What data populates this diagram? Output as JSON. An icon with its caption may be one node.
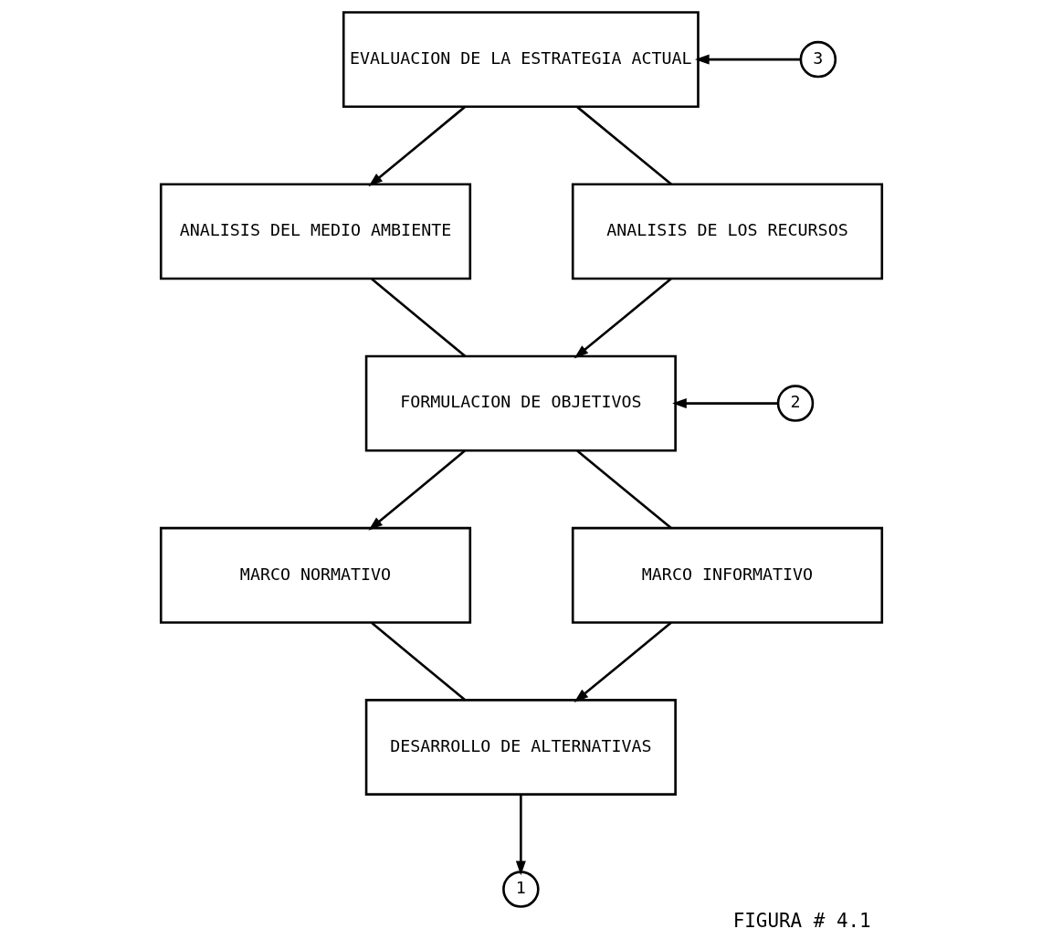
{
  "diagram": {
    "caption": "FIGURA # 4.1",
    "nodes": [
      {
        "text": [
          "EVALUACION DE LA ESTRATEGIA ACTUAL"
        ]
      },
      {
        "text": [
          "3"
        ]
      },
      {
        "text": [
          "ANALISIS DEL MEDIO AMBIENTE"
        ]
      },
      {
        "text": [
          "ANALISIS DE LOS RECURSOS"
        ]
      },
      {
        "text": [
          "FORMULACION DE OBJETIVOS"
        ]
      },
      {
        "text": [
          "2"
        ]
      },
      {
        "text": [
          "MARCO NORMATIVO"
        ]
      },
      {
        "text": [
          "MARCO INFORMATIVO"
        ]
      },
      {
        "text": [
          "DESARROLLO DE ALTERNATIVAS"
        ]
      },
      {
        "text": [
          "1"
        ]
      }
    ],
    "edges": [
      {
        "from": 1,
        "to": 0,
        "arrow": "to"
      },
      {
        "from": 0,
        "to": 2,
        "arrow": "to"
      },
      {
        "from": 0,
        "to": 3,
        "arrow": "none"
      },
      {
        "from": 2,
        "to": 4,
        "arrow": "none"
      },
      {
        "from": 3,
        "to": 4,
        "arrow": "to"
      },
      {
        "from": 5,
        "to": 4,
        "arrow": "to"
      },
      {
        "from": 4,
        "to": 6,
        "arrow": "to"
      },
      {
        "from": 4,
        "to": 7,
        "arrow": "none"
      },
      {
        "from": 6,
        "to": 8,
        "arrow": "none"
      },
      {
        "from": 7,
        "to": 8,
        "arrow": "to"
      },
      {
        "from": 8,
        "to": 9,
        "arrow": "to"
      }
    ]
  }
}
